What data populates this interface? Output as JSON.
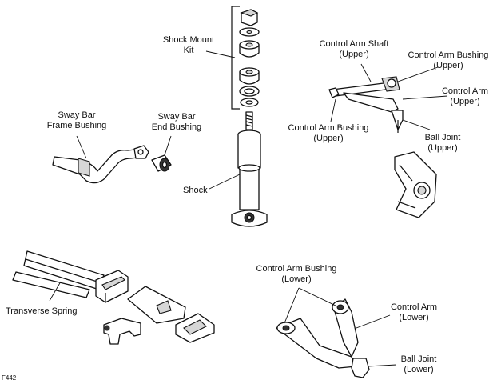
{
  "labels": {
    "shock_mount_kit": "Shock Mount\nKit",
    "control_arm_shaft_upper": "Control Arm Shaft\n(Upper)",
    "control_arm_bushing_upper_top": "Control Arm Bushing\n(Upper)",
    "control_arm_upper": "Control Arm\n(Upper)",
    "sway_bar_frame_bushing": "Sway Bar\nFrame Bushing",
    "sway_bar_end_bushing": "Sway Bar\nEnd Bushing",
    "control_arm_bushing_upper_left": "Control Arm Bushing\n(Upper)",
    "ball_joint_upper": "Ball Joint\n(Upper)",
    "shock": "Shock",
    "control_arm_bushing_lower": "Control Arm Bushing\n(Lower)",
    "control_arm_lower": "Control Arm\n(Lower)",
    "transverse_spring": "Transverse Spring",
    "ball_joint_lower": "Ball Joint\n(Lower)"
  },
  "figure_code": "F442"
}
